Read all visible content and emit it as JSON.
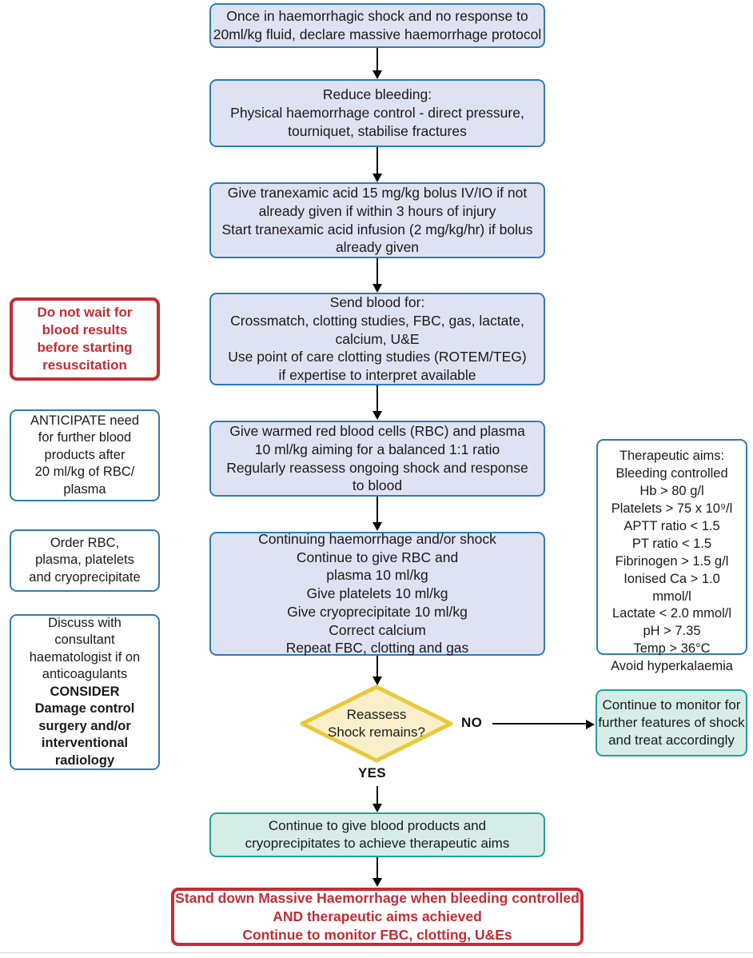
{
  "colors": {
    "main_fill": "#dfe2f2",
    "main_border": "#2f7bb5",
    "red": "#c42c34",
    "teal_fill": "#d6ece7",
    "teal_border": "#22a093",
    "diamond_fill": "#fbefcb",
    "diamond_border": "#e8c93a"
  },
  "main_flow": {
    "step1": "Once in haemorrhagic shock and no response to\n20ml/kg fluid, declare massive haemorrhage protocol",
    "step2": "Reduce bleeding:\nPhysical haemorrhage control - direct pressure,\ntourniquet, stabilise fractures",
    "step3": "Give tranexamic acid 15 mg/kg bolus IV/IO if not\nalready given if within 3 hours of injury\nStart tranexamic acid infusion (2 mg/kg/hr) if bolus\nalready given",
    "step4": "Send blood for:\nCrossmatch, clotting studies, FBC, gas, lactate,\ncalcium, U&E\nUse point of care clotting studies (ROTEM/TEG)\nif expertise to interpret available",
    "step5": "Give warmed red blood cells (RBC) and plasma\n10 ml/kg aiming for a balanced 1:1 ratio\nRegularly reassess ongoing shock and response\nto blood",
    "step6": "Continuing haemorrhage and/or shock\nContinue to give RBC and\nplasma 10 ml/kg\nGive platelets 10 ml/kg\nGive cryoprecipitate 10 ml/kg\nCorrect calcium\nRepeat FBC, clotting and gas",
    "decision": "Reassess\nShock remains?",
    "branch_no": "NO",
    "branch_yes": "YES",
    "step_no_outcome": "Continue to monitor for\nfurther features of shock\nand treat accordingly",
    "step7": "Continue to give blood products and\ncryoprecipitates to achieve therapeutic aims",
    "step8": "Stand down Massive Haemorrhage when bleeding controlled\nAND therapeutic aims achieved\nContinue to monitor FBC, clotting, U&Es"
  },
  "side_notes": {
    "warning_blood_results": "Do not wait for\nblood results\nbefore starting\nresuscitation",
    "anticipate": "ANTICIPATE need\nfor further blood\nproducts after\n20 ml/kg of RBC/\nplasma",
    "order_products": "Order RBC,\nplasma, platelets\nand cryoprecipitate",
    "haematologist_part1": "Discuss with\nconsultant\nhaematologist if on\nanticoagulants",
    "haematologist_part2": "CONSIDER\nDamage control\nsurgery and/or\ninterventional\nradiology"
  },
  "therapeutic_aims": {
    "heading": "Therapeutic aims:\nBleeding controlled",
    "items": [
      "Hb > 80 g/l",
      "Platelets > 75 x 10⁹/l",
      "APTT ratio < 1.5",
      "PT ratio < 1.5",
      "Fibrinogen > 1.5 g/l",
      "Ionised Ca > 1.0 mmol/l",
      "Lactate < 2.0 mmol/l",
      "pH > 7.35",
      "Temp > 36°C",
      "Avoid hyperkalaemia"
    ]
  }
}
